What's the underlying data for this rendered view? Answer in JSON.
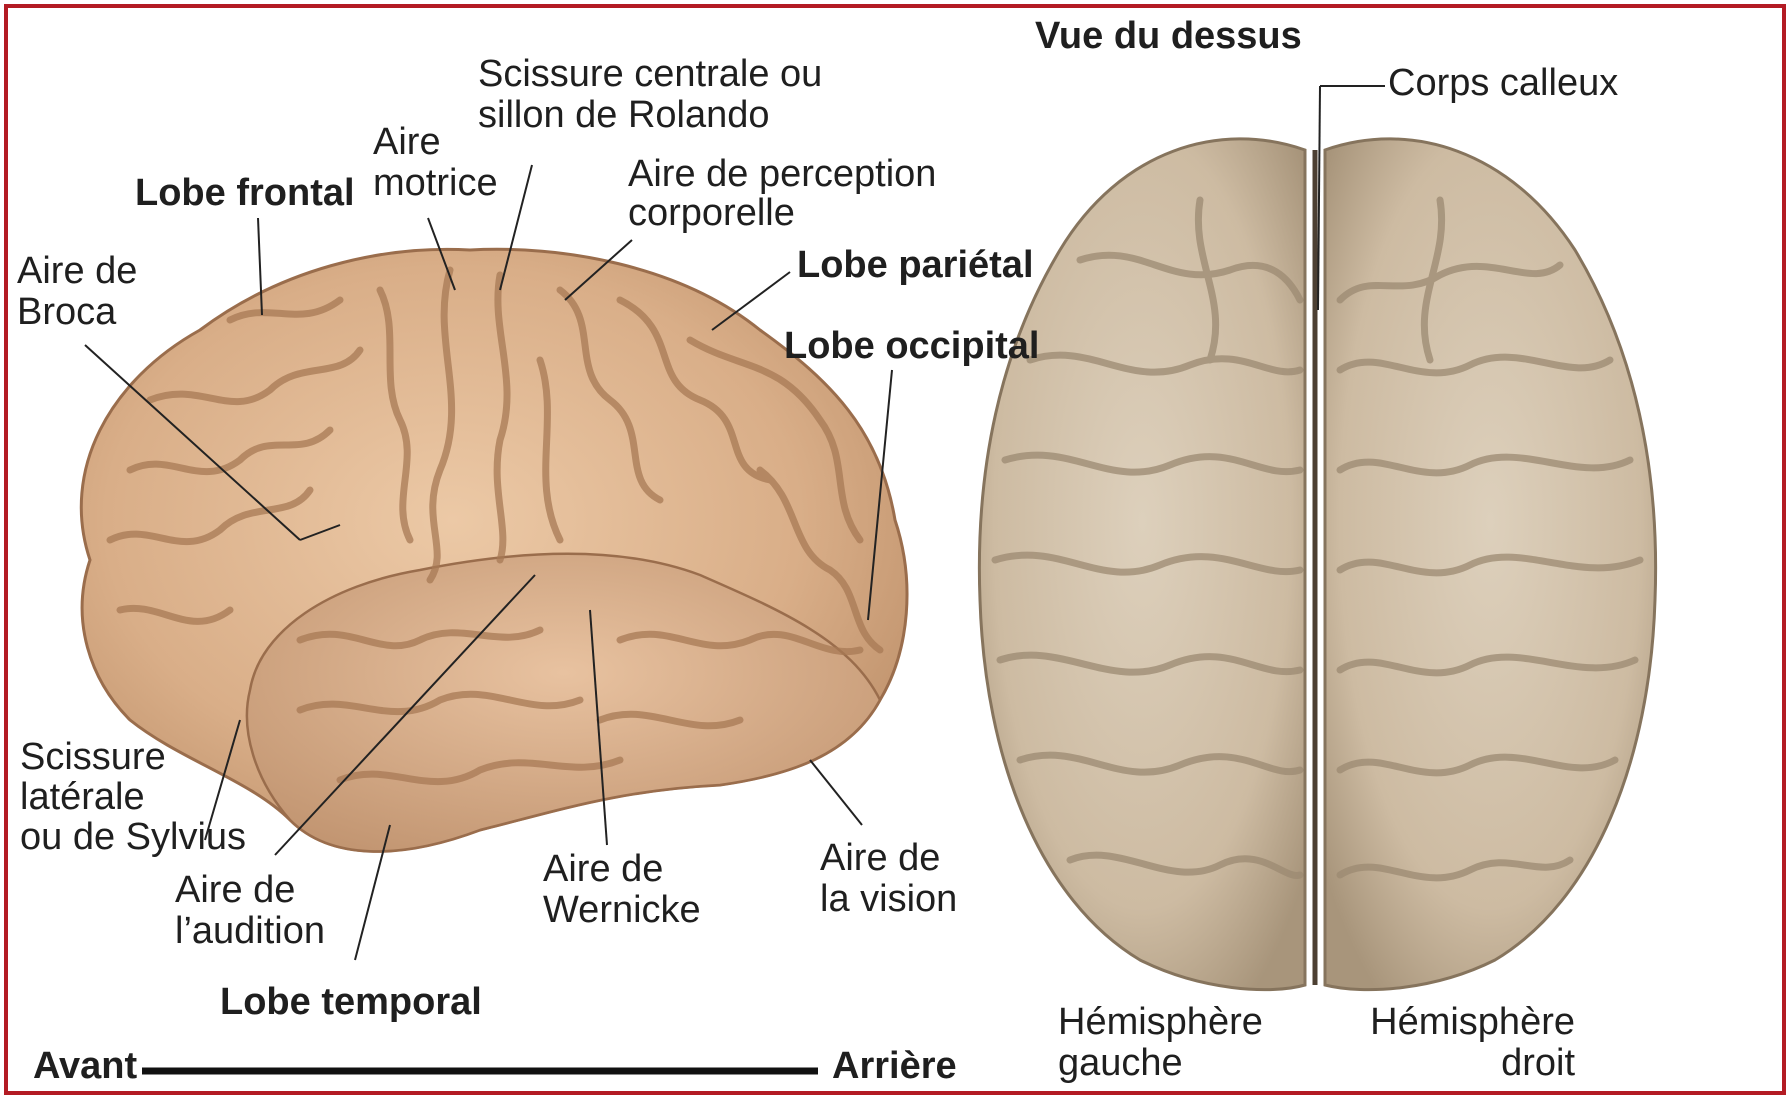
{
  "labels": {
    "vue_dessus": "Vue du dessus",
    "corps_calleux": "Corps calleux",
    "scissure_centrale_1": "Scissure centrale ou",
    "scissure_centrale_2": "sillon de Rolando",
    "aire_motrice_1": "Aire",
    "aire_motrice_2": "motrice",
    "lobe_frontal": "Lobe frontal",
    "aire_perception_1": "Aire de perception",
    "aire_perception_2": "corporelle",
    "aire_broca_1": "Aire de",
    "aire_broca_2": "Broca",
    "lobe_parietal": "Lobe pariétal",
    "lobe_occipital": "Lobe occipital",
    "scissure_laterale_1": "Scissure",
    "scissure_laterale_2": "latérale",
    "scissure_laterale_3": "ou de Sylvius",
    "aire_audition_1": "Aire de",
    "aire_audition_2": "l’audition",
    "aire_wernicke_1": "Aire de",
    "aire_wernicke_2": "Wernicke",
    "aire_vision_1": "Aire de",
    "aire_vision_2": "la vision",
    "lobe_temporal": "Lobe temporal",
    "avant": "Avant",
    "arriere": "Arrière",
    "hemisphere_gauche_1": "Hémisphère",
    "hemisphere_gauche_2": "gauche",
    "hemisphere_droit_1": "Hémisphère",
    "hemisphere_droit_2": "droit"
  },
  "colors": {
    "frame_border": "#b31b24",
    "side_brain": "#d9ae88",
    "top_brain": "#cdbba2"
  }
}
